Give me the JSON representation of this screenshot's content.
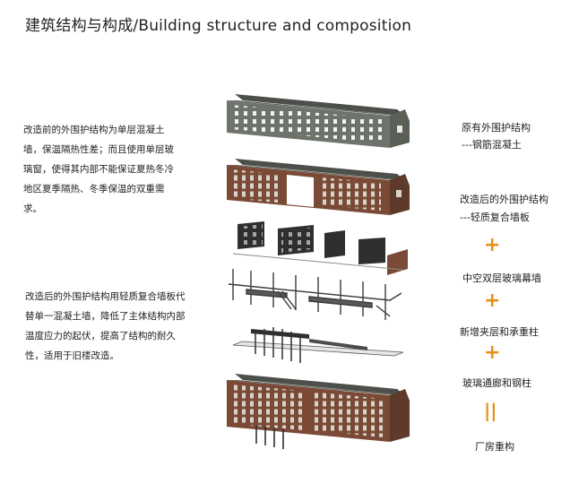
{
  "title": "建筑结构与构成/Building structure and composition",
  "left_text": {
    "para1": "改造前的外围护结构为单层混凝土墙，保温隔热性差；而且使用单层玻璃窗，使得其内部不能保证夏热冬冷地区夏季隔热、冬季保温的双重需求。",
    "para2": "改造后的外围护结构用轻质复合墙板代替单一混凝土墙，降低了主体结构内部温度应力的起伏，提高了结构的耐久性，适用于旧楼改造。"
  },
  "right_labels": {
    "original_1": "原有外围护结构",
    "original_2": "---钢筋混凝土",
    "renovated_1": "改造后的外围护结构",
    "renovated_2": "---轻质复合墙板",
    "plus_1": "+",
    "curtain_wall": "中空双层玻璃幕墙",
    "plus_2": "+",
    "mezzanine": "新增夹层和承重柱",
    "plus_3": "+",
    "corridor": "玻璃通廊和钢柱",
    "equals": "||",
    "result": "厂房重构"
  },
  "colors": {
    "accent": "#e8901a",
    "concrete": "#6e746c",
    "brick": "#7a4a36",
    "roof": "#4c4f4a",
    "steel": "#3a3a3a"
  }
}
